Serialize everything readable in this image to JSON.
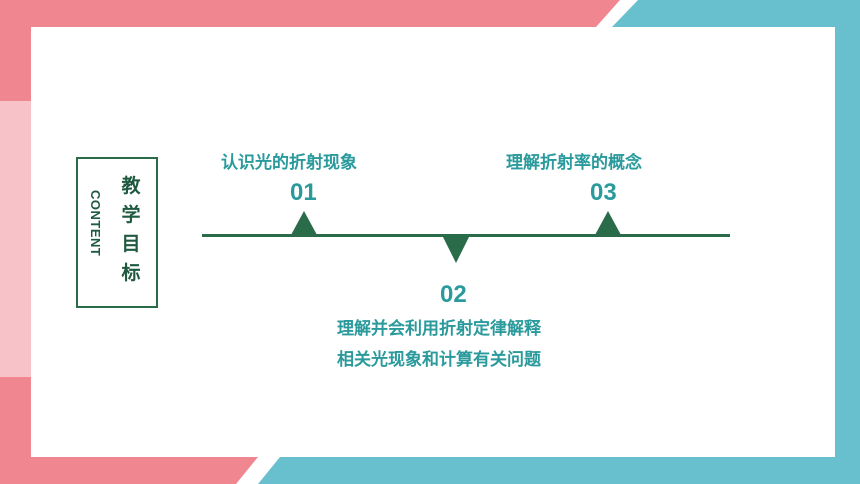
{
  "colors": {
    "coral": "#f08790",
    "pink_light": "#f8c3c8",
    "teal": "#68bfce",
    "dark_green": "#2a6b4a",
    "teal_text": "#2a9a9c"
  },
  "sidebar": {
    "content_label": "CONTENT",
    "title_chars": [
      "教",
      "学",
      "目",
      "标"
    ]
  },
  "timeline": {
    "items": [
      {
        "number": "01",
        "label": "认识光的折射现象"
      },
      {
        "number": "02",
        "label_line1": "理解并会利用折射定律解释",
        "label_line2": "相关光现象和计算有关问题"
      },
      {
        "number": "03",
        "label": "理解折射率的概念"
      }
    ]
  }
}
